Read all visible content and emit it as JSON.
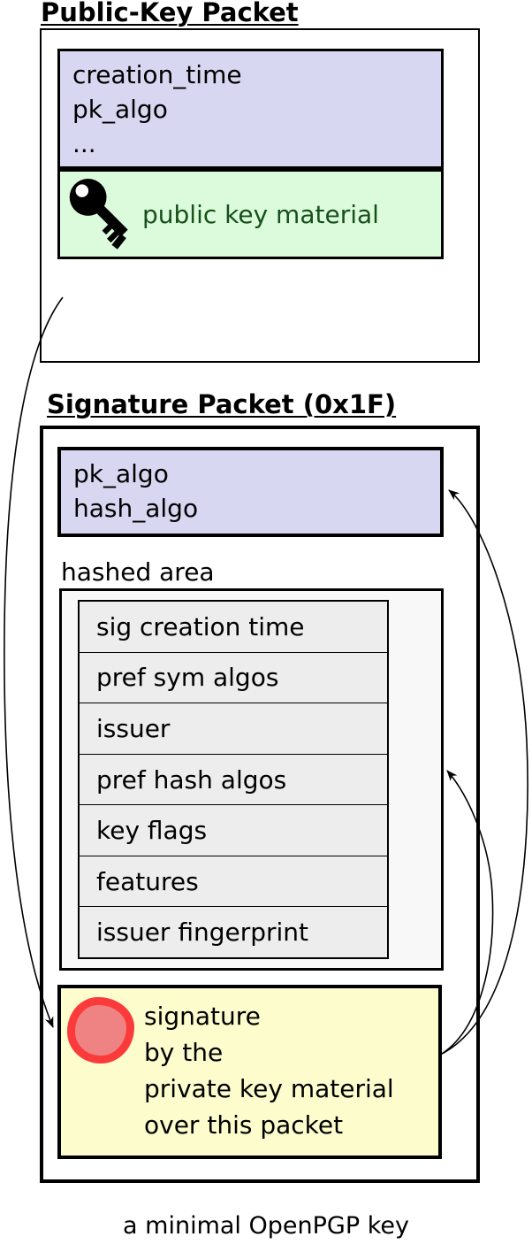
{
  "colors": {
    "field_box_fill": "#d8d7f2",
    "key_material_fill": "#dcfbdc",
    "key_material_text": "#17501a",
    "hashed_area_fill": "#f8f8f8",
    "hashed_row_fill": "#ededed",
    "signature_fill": "#fcfccd",
    "seal_ring": "#fb3b3b",
    "seal_center": "#ef8383",
    "line": "#000000"
  },
  "public_key_packet": {
    "title": "Public-Key Packet",
    "fields_box": {
      "lines": [
        "creation_time",
        "pk_algo",
        "..."
      ]
    },
    "material_box": {
      "icon": "key-icon",
      "label": "public key material"
    }
  },
  "signature_packet": {
    "title": "Signature Packet (0x1F)",
    "algo_box": {
      "lines": [
        "pk_algo",
        "hash_algo"
      ]
    },
    "hashed_area": {
      "label": "hashed area",
      "rows": [
        "sig creation time",
        "pref sym algos",
        "issuer",
        "pref hash algos",
        "key flags",
        "features",
        "issuer fingerprint"
      ]
    },
    "signature_box": {
      "icon": "seal-icon",
      "lines": [
        "signature",
        "by the",
        "private key material",
        "over this packet"
      ]
    }
  },
  "caption": "a minimal OpenPGP key",
  "arrows": [
    {
      "from": "public-key-packet",
      "to": "signature-box"
    },
    {
      "from": "signature-box",
      "to": "algo-box"
    },
    {
      "from": "signature-box",
      "to": "hashed-area-box"
    }
  ]
}
